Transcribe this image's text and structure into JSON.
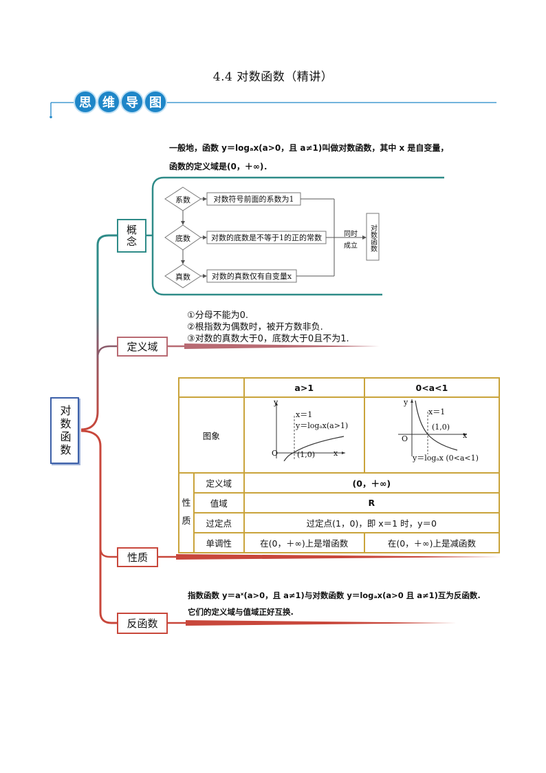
{
  "title": "4.4  对数函数（精讲）",
  "header": {
    "badges": [
      "思",
      "维",
      "导",
      "图"
    ]
  },
  "root_node": "对数函数",
  "branches": {
    "concept": {
      "label": "概念",
      "intro_line1": "一般地，函数 y＝logₐx(a>0，且 a≠1)叫做对数函数，其中 x 是自变量，",
      "intro_line2": "函数的定义域是(0，＋∞)．",
      "flow": {
        "diamonds": [
          "系数",
          "底数",
          "真数"
        ],
        "rules": [
          "对数符号前面的系数为1",
          "对数的底数是不等于1的正的常数",
          "对数的真数仅有自变量x"
        ],
        "merge_label_1": "同时",
        "merge_label_2": "成立",
        "result": "对数函数"
      }
    },
    "domain": {
      "label": "定义域",
      "points": [
        "①分母不能为0.",
        "②根指数为偶数时，被开方数非负.",
        "③对数的真数大于0，底数大于0且不为1."
      ]
    },
    "properties": {
      "label": "性质",
      "table": {
        "col_a_gt_1": "a>1",
        "col_a_lt_1": "0<a<1",
        "graph_row": "图象",
        "side_label_1": "性",
        "side_label_2": "质",
        "rows": [
          {
            "name": "定义域",
            "value": "(0，＋∞)"
          },
          {
            "name": "值域",
            "value": "R"
          },
          {
            "name": "过定点",
            "value": "过定点(1，0)，即 x＝1 时，y＝0"
          }
        ],
        "mono_name": "单调性",
        "mono_inc": "在(0，＋∞)上是增函数",
        "mono_dec": "在(0，＋∞)上是减函数"
      },
      "graph1": {
        "y": "y",
        "x": "x",
        "o": "O",
        "vline": "x＝1",
        "curve": "y＝logₐx(a>1)",
        "point": "(1,0)"
      },
      "graph2": {
        "y": "y",
        "x": "x",
        "o": "O",
        "vline": "x＝1",
        "curve": "y＝logₐx (0<a<1)",
        "point": "(1,0)"
      }
    },
    "inverse": {
      "label": "反函数",
      "line1": "指数函数 y＝aˣ(a>0，且 a≠1)与对数函数 y＝logₐx(a>0 且 a≠1)互为反函数.",
      "line2": "它们的定义域与值域正好互换."
    }
  },
  "colors": {
    "blue": "#1e86c8",
    "teal": "#2e8b88",
    "red": "#c8473b",
    "gold": "#c9a33a",
    "root_border": "#3b5fa8"
  }
}
